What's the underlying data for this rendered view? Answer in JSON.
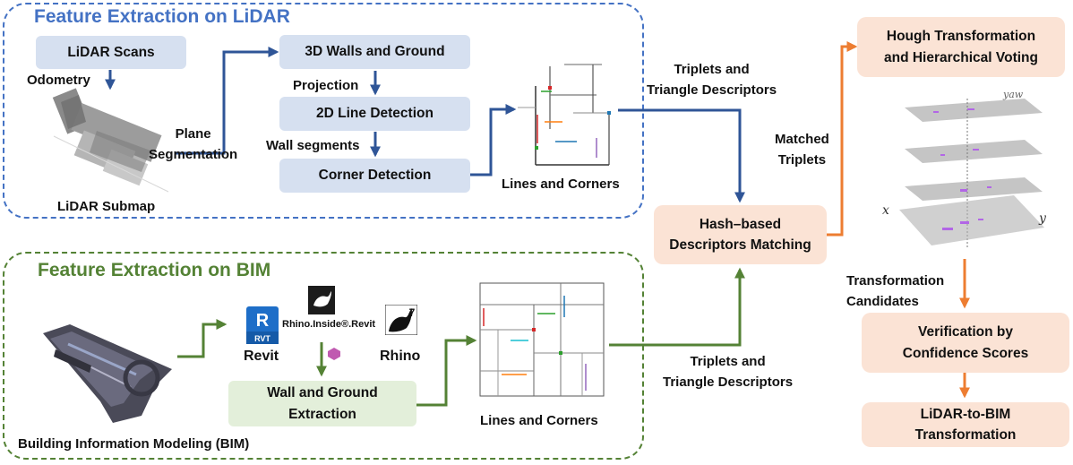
{
  "colors": {
    "lidar_accent": "#4472c4",
    "bim_accent": "#548235",
    "pipeline_accent": "#ed7d31",
    "arrow_blue": "#2f5597"
  },
  "lidar_panel": {
    "title": "Feature Extraction on LiDAR",
    "scans": "LiDAR Scans",
    "odometry": "Odometry",
    "submap": "LiDAR Submap",
    "plane_segmentation": "Plane\nSegmentation",
    "walls_ground": "3D Walls and Ground",
    "projection": "Projection",
    "line_detection": "2D Line Detection",
    "wall_segments": "Wall segments",
    "corner_detection": "Corner Detection",
    "lines_corners": "Lines and Corners"
  },
  "bim_panel": {
    "title": "Feature Extraction on BIM",
    "bim_caption": "Building Information Modeling (BIM)",
    "revit": "Revit",
    "revit_icon_letter": "R",
    "revit_icon_text": "RVT",
    "rhino_inside": "Rhino.Inside®.Revit",
    "rhino": "Rhino",
    "rhino_icon_number": "7",
    "wall_ground_extraction": "Wall and Ground\nExtraction",
    "lines_corners": "Lines and Corners"
  },
  "center": {
    "triplets_top": "Triplets and\nTriangle Descriptors",
    "triplets_bottom": "Triplets and\nTriangle Descriptors",
    "hash_matching": "Hash–based\nDescriptors Matching",
    "matched_triplets": "Matched\nTriplets"
  },
  "right": {
    "hough": "Hough Transformation\nand Hierarchical Voting",
    "yaw_label": "yaw",
    "x_label": "x",
    "y_label": "y",
    "transformation_candidates": "Transformation\nCandidates",
    "verification": "Verification by\nConfidence Scores",
    "lidar_to_bim": "LiDAR-to-BIM\nTransformation"
  }
}
